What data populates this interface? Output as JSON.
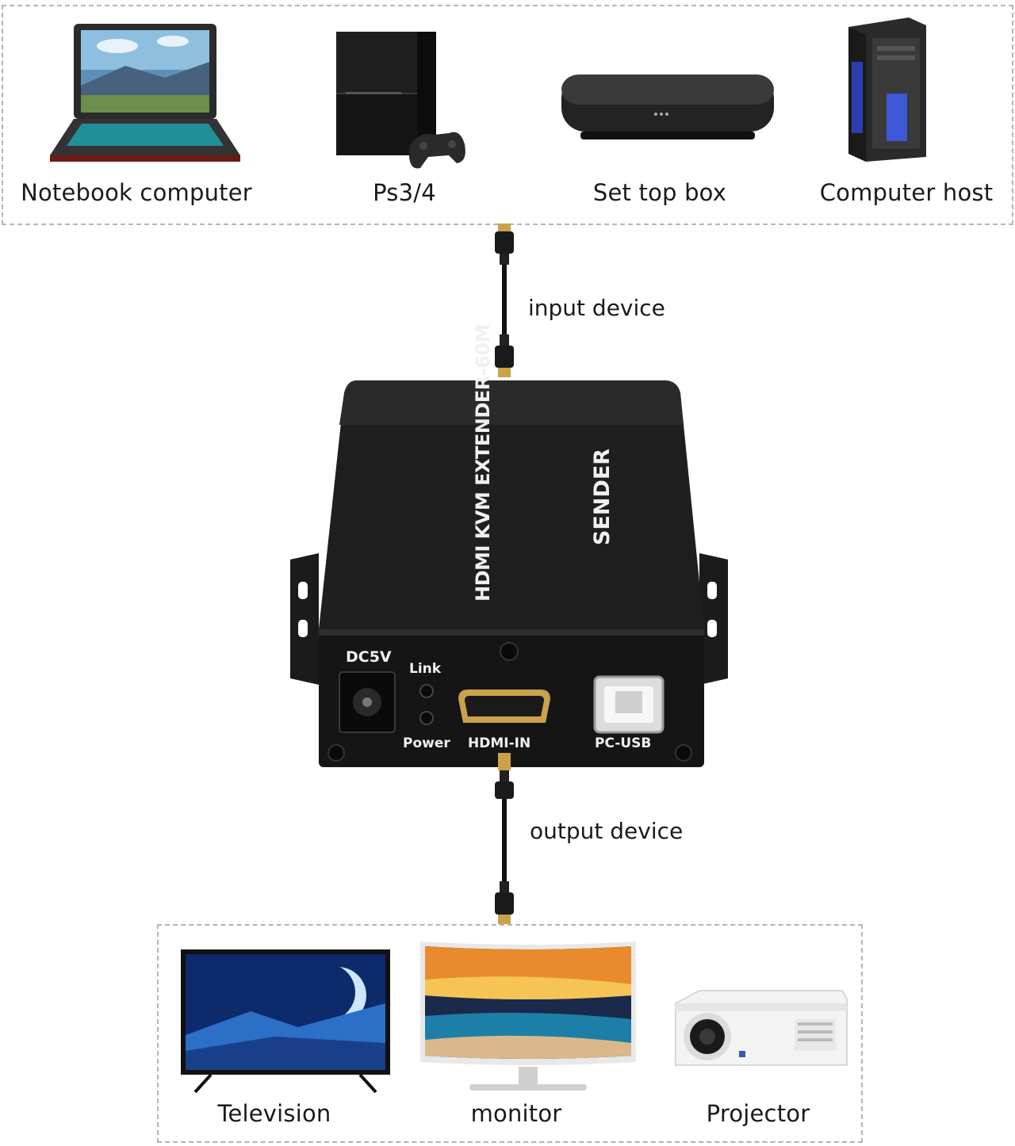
{
  "input_devices": [
    {
      "label": "Notebook computer",
      "icon": "laptop-icon"
    },
    {
      "label": "Ps3/4",
      "icon": "game-console-icon"
    },
    {
      "label": "Set top box",
      "icon": "set-top-box-icon"
    },
    {
      "label": "Computer host",
      "icon": "pc-tower-icon"
    }
  ],
  "output_devices": [
    {
      "label": "Television",
      "icon": "television-icon"
    },
    {
      "label": "monitor",
      "icon": "monitor-icon"
    },
    {
      "label": "Projector",
      "icon": "projector-icon"
    }
  ],
  "connections": {
    "input_label": "input device",
    "output_label": "output device"
  },
  "unit": {
    "top_text": "HDMI KVM EXTENDER-60M",
    "side_text": "SENDER",
    "ports": {
      "power": "DC5V",
      "link": "Link",
      "power_led": "Power",
      "hdmi": "HDMI-IN",
      "usb": "PC-USB"
    }
  },
  "colors": {
    "dashed_border": "#b5b5b5",
    "unit_body": "#1e1e1e",
    "hdmi_gold": "#c9a24a"
  }
}
